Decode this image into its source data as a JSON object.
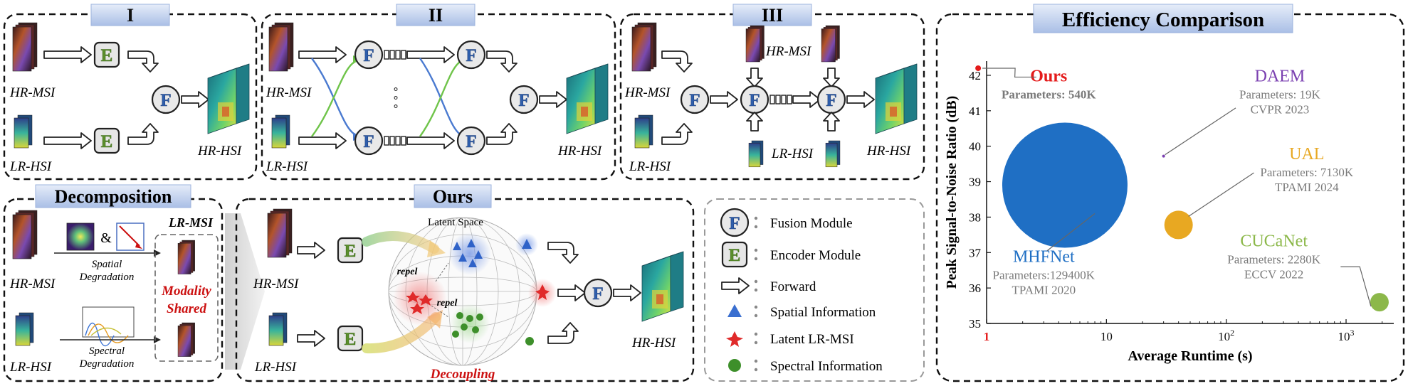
{
  "panels": {
    "p1": {
      "title": "I",
      "hr_msi": "HR-MSI",
      "lr_hsi": "LR-HSI",
      "hr_hsi": "HR-HSI"
    },
    "p2": {
      "title": "II",
      "hr_msi": "HR-MSI",
      "lr_hsi": "LR-HSI",
      "hr_hsi": "HR-HSI",
      "dots": "∘\n∘\n∘"
    },
    "p3": {
      "title": "III",
      "hr_msi_left": "HR-MSI",
      "lr_hsi_left": "LR-HSI",
      "hr_msi_top": "HR-MSI",
      "lr_hsi_bottom": "LR-HSI",
      "hr_hsi": "HR-HSI"
    },
    "decomposition": {
      "title": "Decomposition",
      "hr_msi": "HR-MSI",
      "lr_hsi": "LR-HSI",
      "lr_msi": "LR-MSI",
      "amp": "&",
      "spatial_line1": "Spatial",
      "spatial_line2": "Degradation",
      "spectral_line1": "Spectral",
      "spectral_line2": "Degradation",
      "modality_line1": "Modality",
      "modality_line2": "Shared"
    },
    "ours": {
      "title": "Ours",
      "latent_space": "Latent Space",
      "repel1": "repel",
      "repel2": "repel",
      "hr_msi": "HR-MSI",
      "lr_hsi": "LR-HSI",
      "hr_hsi": "HR-HSI",
      "decoupling": "Decoupling"
    }
  },
  "modules": {
    "fusion_glyph": "F",
    "encoder_glyph": "E"
  },
  "legend": {
    "items": [
      {
        "icon": "fusion-module-icon",
        "label": "Fusion Module"
      },
      {
        "icon": "encoder-module-icon",
        "label": "Encoder Module"
      },
      {
        "icon": "forward-arrow-icon",
        "label": "Forward"
      },
      {
        "icon": "blue-triangle-icon",
        "label": "Spatial Information"
      },
      {
        "icon": "red-star-icon",
        "label": "Latent LR-MSI"
      },
      {
        "icon": "green-dot-icon",
        "label": "Spectral Information"
      }
    ]
  },
  "colors": {
    "title_band": "#c9d6ef",
    "fusion_blue": "#2f5fad",
    "encoder_green": "#5b8f2c",
    "red": "#cc1111",
    "daem": "#7a3fb0",
    "ual": "#e8a822",
    "cucanet": "#8cb84a",
    "mhfnet": "#1f6fc4",
    "gray_text": "#7a7a7a"
  },
  "chart_data": {
    "type": "scatter",
    "title": "Efficiency Comparison",
    "xlabel": "Average Runtime (s)",
    "ylabel": "Peak Signal-to-Noise Ratio (dB)",
    "x_scale": "log",
    "xlim": [
      1,
      2500
    ],
    "ylim": [
      35,
      42.4
    ],
    "x_ticks": [
      {
        "value": 1,
        "label": "1",
        "highlight": true
      },
      {
        "value": 10,
        "label": "10",
        "highlight": false
      },
      {
        "value": 100,
        "label": "10",
        "sup": "2",
        "highlight": false
      },
      {
        "value": 1000,
        "label": "10",
        "sup": "3",
        "highlight": false
      }
    ],
    "y_ticks": [
      35,
      36,
      37,
      38,
      39,
      40,
      41,
      42
    ],
    "points": [
      {
        "name": "MHFNet",
        "x": 4.5,
        "y": 38.9,
        "radius_px": 88,
        "color": "#1f6fc4",
        "label_lines": [
          "Parameters:129400K",
          "TPAMI 2020"
        ],
        "label_x": 3.0,
        "label_y": 36.65
      },
      {
        "name": "UAL",
        "x": 40,
        "y": 37.78,
        "radius_px": 20,
        "color": "#e8a822",
        "label_lines": [
          "Parameters: 7130K",
          "TPAMI 2024"
        ],
        "label_x": 470,
        "label_y": 39.55
      },
      {
        "name": "CUCaNet",
        "x": 1900,
        "y": 35.6,
        "radius_px": 13,
        "color": "#8cb84a",
        "label_lines": [
          "Parameters: 2280K",
          "ECCV 2022"
        ],
        "label_x": 250,
        "label_y": 37.1
      },
      {
        "name": "DAEM",
        "x": 30,
        "y": 39.72,
        "radius_px": 2,
        "color": "#7a3fb0",
        "label_lines": [
          "Parameters: 19K",
          "CVPR 2023"
        ],
        "label_x": 280,
        "label_y": 41.75
      },
      {
        "name": "Ours",
        "x": 0.85,
        "y": 42.2,
        "radius_px": 4,
        "color": "#e41a1a",
        "label_lines": [
          "Parameters: 540K"
        ],
        "label_x": 3.3,
        "label_y": 41.75
      }
    ]
  }
}
